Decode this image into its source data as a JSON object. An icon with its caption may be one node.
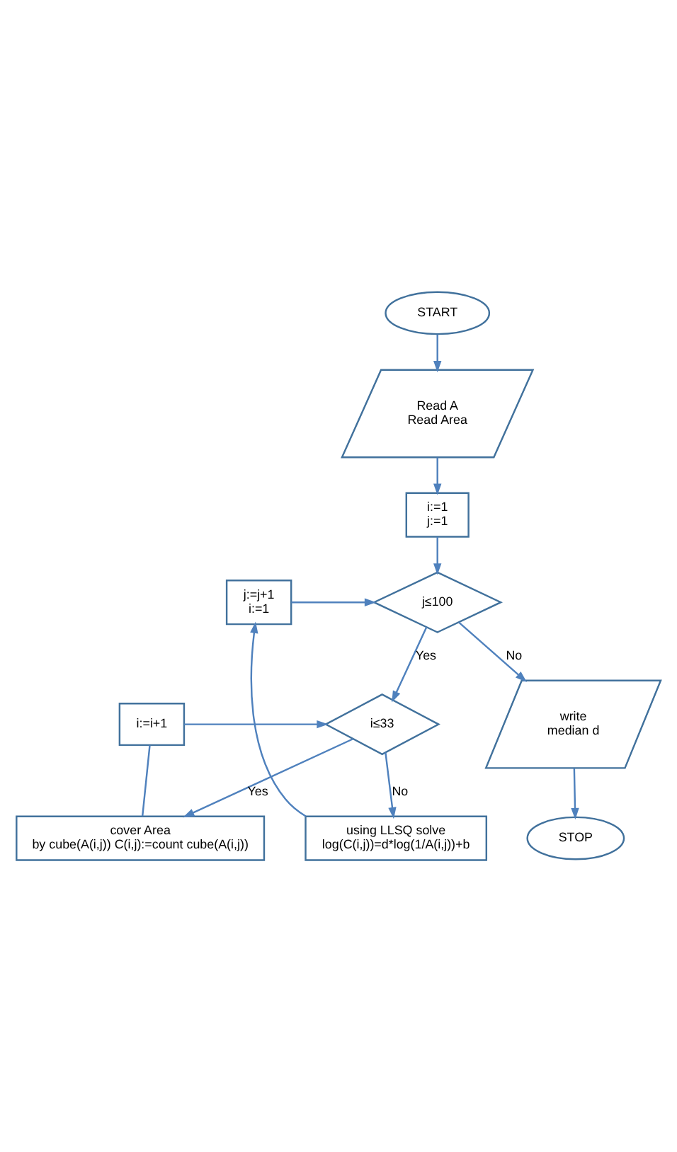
{
  "diagram": {
    "nodes": [
      {
        "text": [
          "START"
        ]
      },
      {
        "text": [
          "Read A Read Area"
        ]
      },
      {
        "text": [
          "i:=1 j:=1"
        ]
      },
      {
        "text": [
          "j≤100"
        ]
      },
      {
        "text": [
          "j:=j+1 i:=1"
        ]
      },
      {
        "text": [
          "i≤33"
        ]
      },
      {
        "text": [
          "i:=i+1"
        ]
      },
      {
        "text": [
          "cover Area by cube(A(i,j)) C(i,j):=count cube(A(i,j))"
        ]
      },
      {
        "text": [
          "using LLSQ solve log(C(i,j))=d*log(1/A(i,j))+b"
        ]
      },
      {
        "text": [
          "write median d"
        ]
      },
      {
        "text": [
          "STOP"
        ]
      }
    ],
    "edges": [
      {
        "from": 0,
        "to": 1,
        "arrow": "to"
      },
      {
        "from": 1,
        "to": 2,
        "arrow": "to"
      },
      {
        "from": 2,
        "to": 3,
        "arrow": "to"
      },
      {
        "from": 3,
        "to": 9,
        "arrow": "to",
        "label": "No"
      },
      {
        "from": 4,
        "to": 3,
        "arrow": "to"
      },
      {
        "from": 3,
        "to": 5,
        "arrow": "to",
        "label": "Yes"
      },
      {
        "from": 5,
        "to": 8,
        "arrow": "to",
        "label": "No"
      },
      {
        "from": 6,
        "to": 5,
        "arrow": "to"
      },
      {
        "from": 5,
        "to": 7,
        "arrow": "to",
        "label": "Yes"
      },
      {
        "from": 7,
        "to": 6,
        "arrow": "none"
      },
      {
        "from": 8,
        "to": 4,
        "arrow": "to"
      },
      {
        "from": 9,
        "to": 10,
        "arrow": "to"
      }
    ]
  }
}
